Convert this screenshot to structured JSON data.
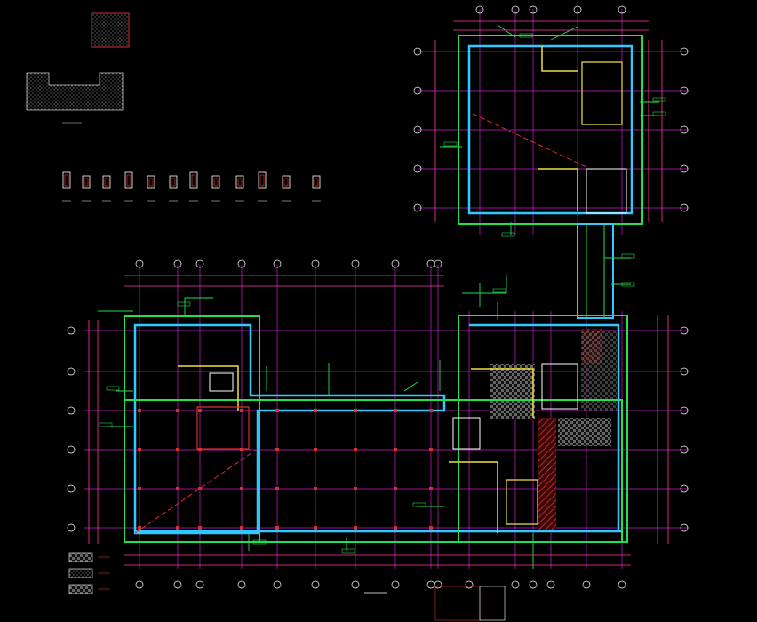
{
  "drawing": {
    "title_mark": "",
    "colors": {
      "background": "#000000",
      "axis_grid": "#d01ad0",
      "dimension": "#ff3ba0",
      "outer_wall": "#22e04a",
      "inner_wall": "#30c8ff",
      "partition": "#f0e040",
      "annotation": "#22e04a",
      "hatch_red": "#d83030",
      "hatch_grey": "#9a9a9a",
      "text": "#ffffff"
    },
    "legend_swatch_count": 3,
    "detail_symbol_count": 12,
    "wings": [
      "north-east-tower",
      "west-wing",
      "south-east-block",
      "connector-corridor"
    ]
  }
}
